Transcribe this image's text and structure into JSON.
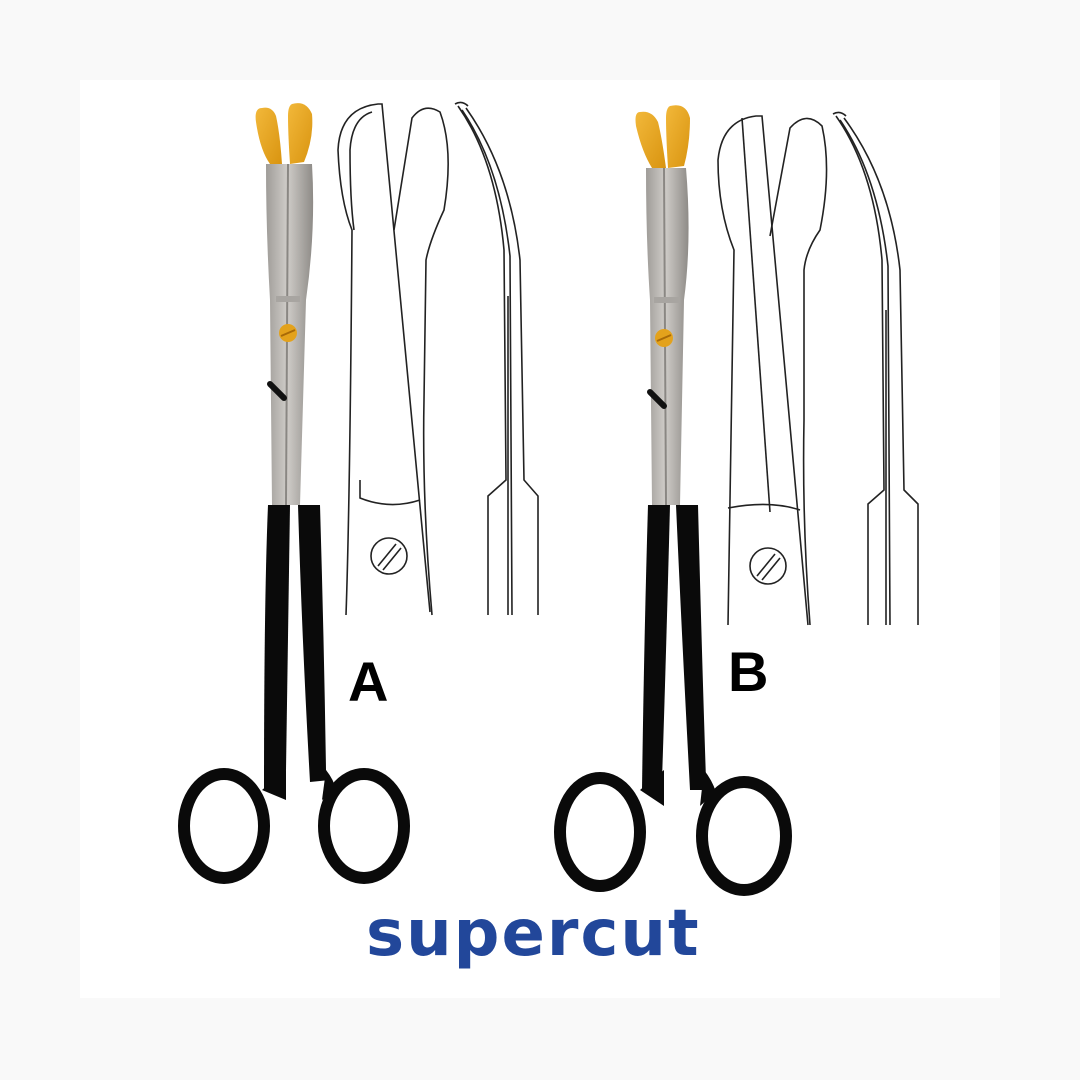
{
  "figure": {
    "background_color": "#f9f9f9",
    "card_color": "#ffffff",
    "instruments": [
      {
        "label": "A",
        "name": "Scissors A",
        "tip_color": "#e8a820",
        "shaft_color": "#b9b6b2",
        "handle_color": "#0a0a0a",
        "screw_color": "#e3a21c",
        "drawing_style": "straight-jaw outline with front and side views"
      },
      {
        "label": "B",
        "name": "Scissors B",
        "tip_color": "#e8a820",
        "shaft_color": "#b9b6b2",
        "handle_color": "#0a0a0a",
        "screw_color": "#e3a21c",
        "drawing_style": "angled-jaw outline with front and side views"
      }
    ],
    "brand": {
      "text": "supercut",
      "color": "#22479a"
    }
  }
}
